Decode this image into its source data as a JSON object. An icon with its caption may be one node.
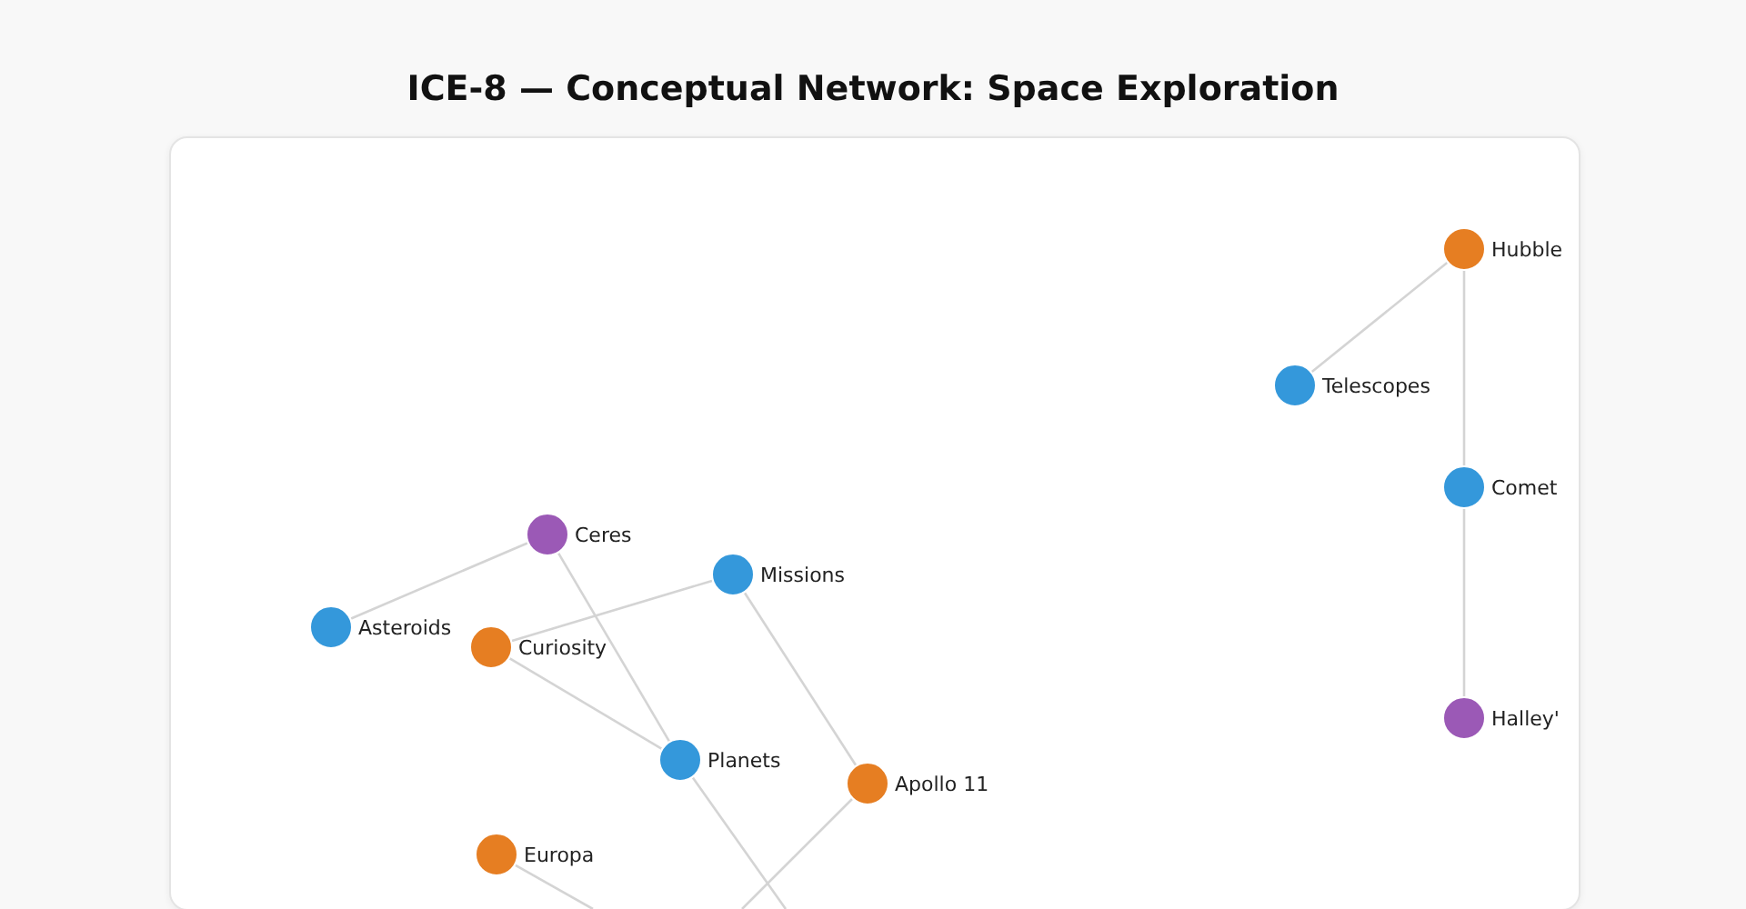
{
  "diagram": {
    "title": "ICE-8 — Conceptual Network: Space Exploration",
    "nodes": [
      {
        "text": [
          "Hubble"
        ]
      },
      {
        "text": [
          "Telescopes"
        ]
      },
      {
        "text": [
          "Comet"
        ]
      },
      {
        "text": [
          "Ceres"
        ]
      },
      {
        "text": [
          "Missions"
        ]
      },
      {
        "text": [
          "Asteroids"
        ]
      },
      {
        "text": [
          "Curiosity"
        ]
      },
      {
        "text": [
          "Halley'"
        ]
      },
      {
        "text": [
          "Planets"
        ]
      },
      {
        "text": [
          "Apollo 11"
        ]
      },
      {
        "text": [
          "Europa"
        ]
      }
    ],
    "edges": [
      {
        "from": 0,
        "to": 1,
        "arrow": "none"
      },
      {
        "from": 0,
        "to": 2,
        "arrow": "none"
      },
      {
        "from": 2,
        "to": 7,
        "arrow": "none"
      },
      {
        "from": 3,
        "to": 5,
        "arrow": "none"
      },
      {
        "from": 3,
        "to": 8,
        "arrow": "none"
      },
      {
        "from": 4,
        "to": 6,
        "arrow": "none"
      },
      {
        "from": 6,
        "to": 8,
        "arrow": "none"
      },
      {
        "from": 4,
        "to": 9,
        "arrow": "none"
      },
      {
        "from": 8,
        "to": null,
        "arrow": "none"
      },
      {
        "from": 9,
        "to": null,
        "arrow": "none"
      },
      {
        "from": 10,
        "to": null,
        "arrow": "none"
      }
    ]
  }
}
